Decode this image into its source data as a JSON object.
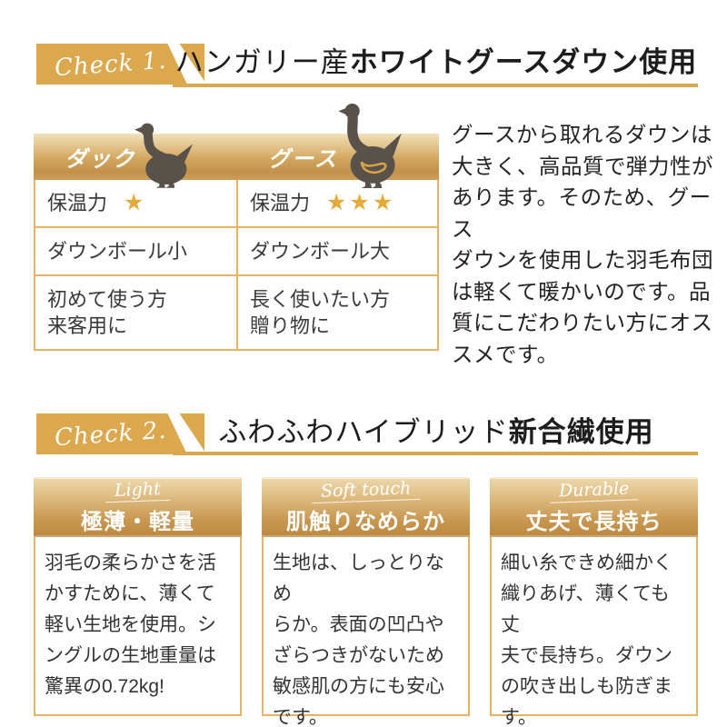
{
  "check1": {
    "badge_label": "Check 1.",
    "heading": {
      "light": "ハンガリー産",
      "bold": "ホワイトグースダウン使用"
    },
    "comparison_table": {
      "col1_header": "ダック",
      "col2_header": "グース",
      "row1": {
        "col1_label": "保温力",
        "col1_stars": "★",
        "col2_label": "保温力",
        "col2_stars": "★★★"
      },
      "row2": {
        "col1": "ダウンボール小",
        "col2": "ダウンボール大"
      },
      "row3": {
        "col1": "初めて使う方\n来客用に",
        "col2": "長く使いたい方\n贈り物に"
      }
    },
    "description": "グースから取れるダウンは\n大きく、高品質で弾力性が\nあります。そのため、グース\nダウンを使用した羽毛布団\nは軽くて暖かいのです。品\n質にこだわりたい方にオス\nスメです。"
  },
  "check2": {
    "badge_label": "Check 2.",
    "heading": {
      "light": "ふわふわハイブリッド",
      "bold": "新合繊使用"
    },
    "cards": [
      {
        "en_label": "Light",
        "title": "極薄・軽量",
        "body": "羽毛の柔らかさを活\nかすために、薄くて\n軽い生地を使用。シ\nングルの生地重量は\n驚異の0.72kg!"
      },
      {
        "en_label": "Soft touch",
        "title": "肌触りなめらか",
        "body": "生地は、しっとりなめ\nらか。表面の凹凸や\nざらつきがないため\n敏感肌の方にも安心\nです。"
      },
      {
        "en_label": "Durable",
        "title": "丈夫で長持ち",
        "body": "細い糸できめ細かく\n織りあげ、薄くても丈\n夫で長持ち。ダウン\nの吹き出しも防ぎま\nす。"
      }
    ]
  },
  "colors": {
    "gold": "#dba84e",
    "border_gold": "#e6b363",
    "star_gold": "#e5ab3a",
    "bird_gray": "#59524b",
    "wing_gold": "#d8a347"
  }
}
